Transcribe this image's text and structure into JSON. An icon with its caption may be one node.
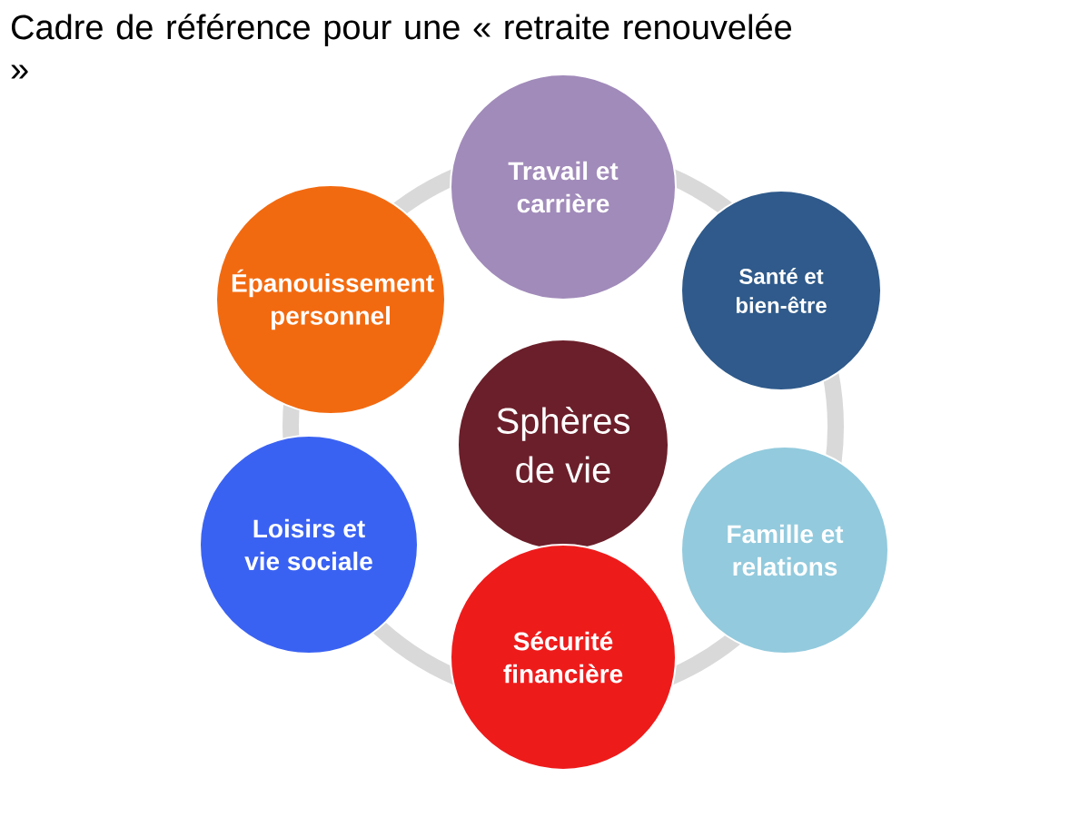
{
  "diagram": {
    "title": "Cadre de référence pour une « retraite renouvelée »",
    "nodes": [
      {
        "text": [
          "Sphères de vie"
        ]
      },
      {
        "text": [
          "Travail et carrière"
        ]
      },
      {
        "text": [
          "Santé et bien-être"
        ]
      },
      {
        "text": [
          "Famille et relations"
        ]
      },
      {
        "text": [
          "Sécurité financière"
        ]
      },
      {
        "text": [
          "Loisirs et vie sociale"
        ]
      },
      {
        "text": [
          "Épanouissement personnel"
        ]
      }
    ]
  }
}
